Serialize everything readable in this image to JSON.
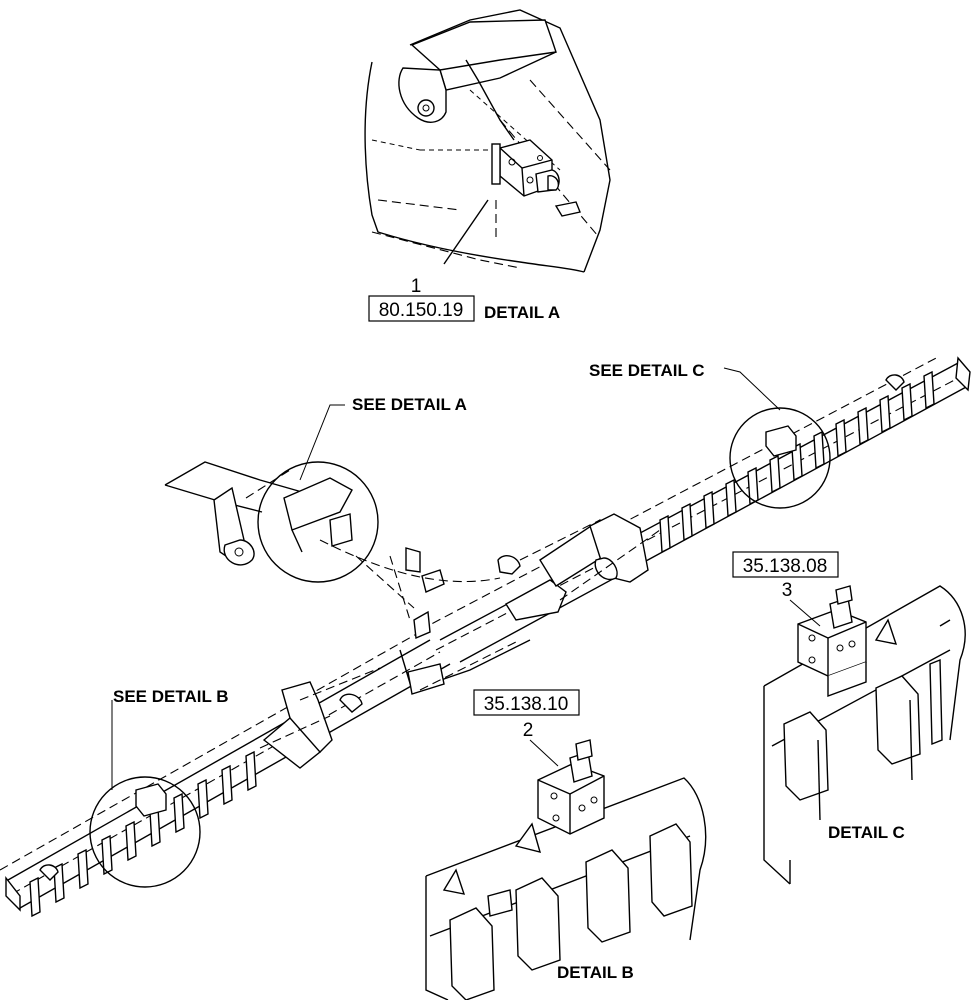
{
  "detail_a": {
    "title": "DETAIL A",
    "item_number": "1",
    "ref": "80.150.19"
  },
  "detail_b": {
    "title": "DETAIL B",
    "item_number": "2",
    "ref": "35.138.10"
  },
  "detail_c": {
    "title": "DETAIL C",
    "item_number": "3",
    "ref": "35.138.08"
  },
  "callouts": {
    "see_a": "SEE DETAIL  A",
    "see_b": "SEE DETAIL  B",
    "see_c": "SEE DETAIL  C"
  }
}
